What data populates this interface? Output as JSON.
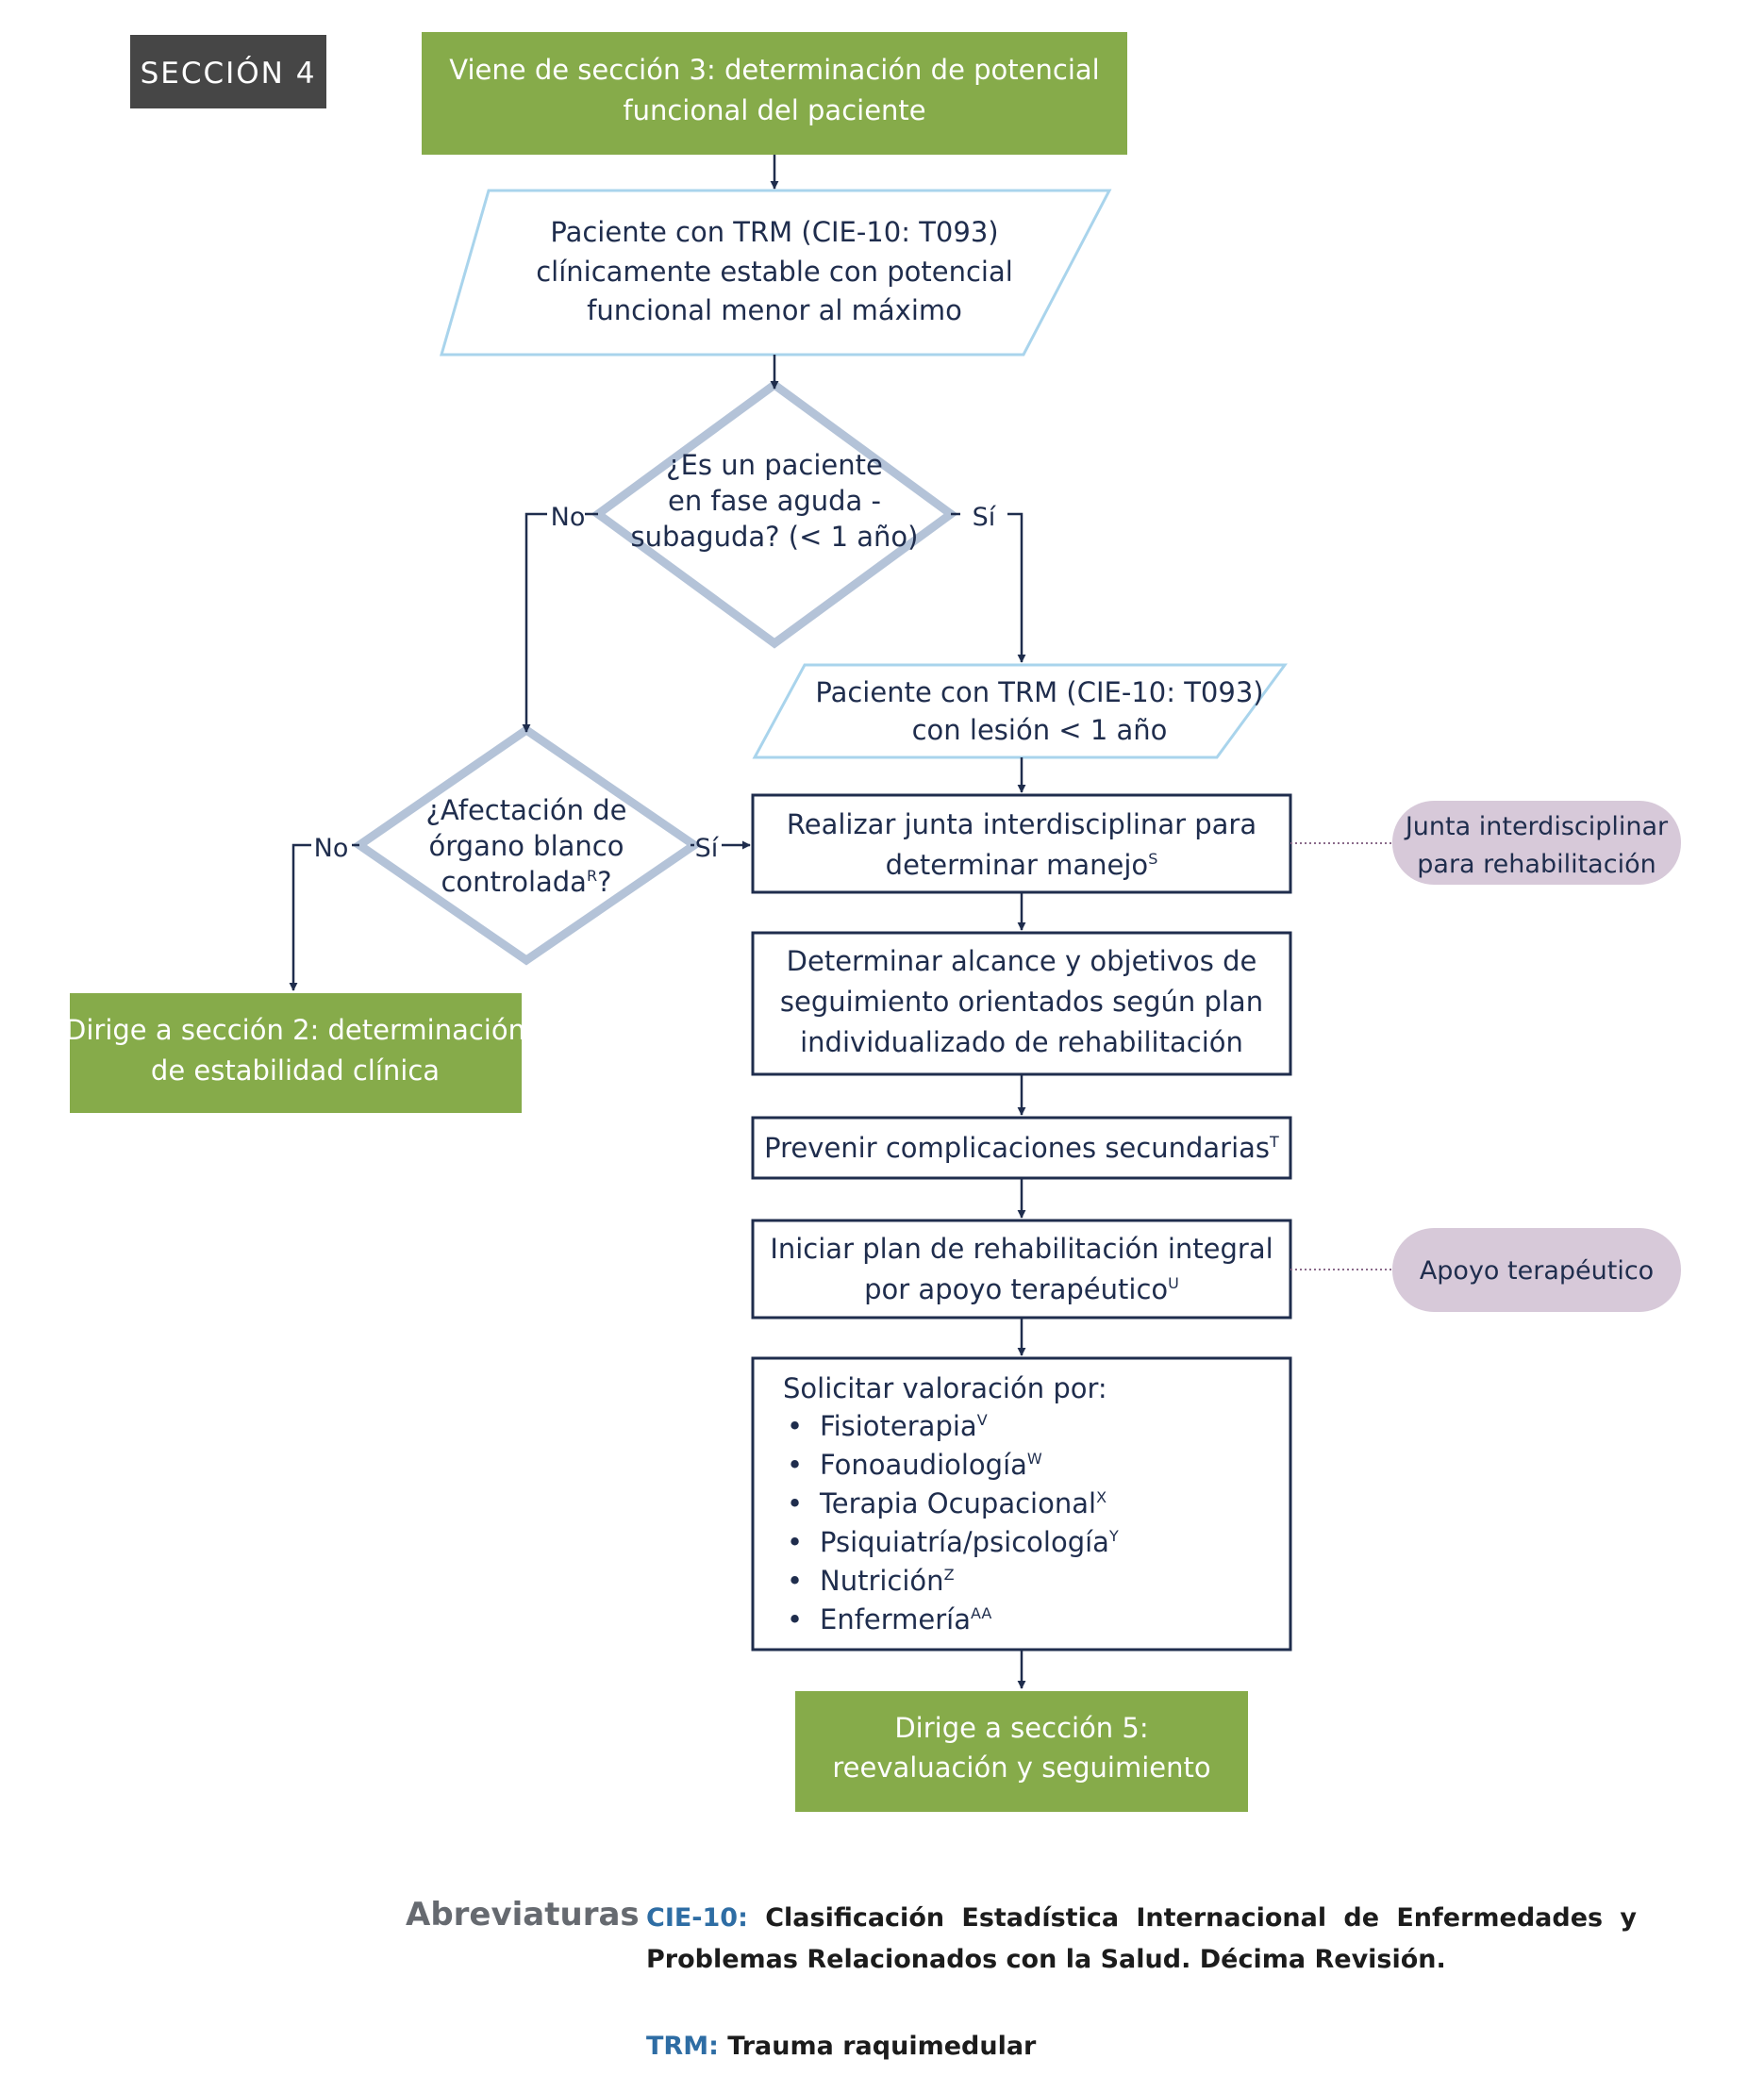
{
  "section_label": "SECCIÓN 4",
  "nodes": {
    "from_section3": [
      "Viene de sección 3: determinación de potencial",
      "funcional del paciente"
    ],
    "patient_stable": [
      "Paciente con TRM (CIE-10: T093)",
      "clínicamente estable con potencial",
      "funcional menor al máximo"
    ],
    "decision_acute": [
      "¿Es un paciente",
      "en fase aguda -",
      "subaguda? (< 1 año)"
    ],
    "decision_organ": {
      "line1": "¿Afectación de",
      "line2": "órgano blanco",
      "line3": "controlada",
      "line3_sup": "R",
      "line3_end": "?"
    },
    "patient_lesion": [
      "Paciente con TRM (CIE-10: T093)",
      "con lesión < 1 año"
    ],
    "junta": {
      "line1": "Realizar junta interdisciplinar para",
      "line2": "determinar manejo",
      "line2_sup": "S"
    },
    "alcance": [
      "Determinar alcance y objetivos de",
      "seguimiento orientados según plan",
      "individualizado de rehabilitación"
    ],
    "prevenir": {
      "text": "Prevenir complicaciones secundarias",
      "sup": "T"
    },
    "iniciar": {
      "line1": "Iniciar plan de rehabilitación integral",
      "line2": "por apoyo terapéutico",
      "line2_sup": "U"
    },
    "solicitar": {
      "title": "Solicitar valoración por:",
      "bullet": "•",
      "items": [
        {
          "text": "Fisioterapia",
          "sup": "V"
        },
        {
          "text": "Fonoaudiología",
          "sup": "W"
        },
        {
          "text": "Terapia Ocupacional",
          "sup": "X"
        },
        {
          "text": "Psiquiatría/psicología",
          "sup": "Y"
        },
        {
          "text": "Nutrición",
          "sup": "Z"
        },
        {
          "text": "Enfermería",
          "sup": "AA"
        }
      ]
    },
    "to_section2": [
      "Dirige a sección 2: determinación",
      "de estabilidad clínica"
    ],
    "to_section5": [
      "Dirige a sección 5:",
      "reevaluación y seguimiento"
    ]
  },
  "side_notes": {
    "junta_note": [
      "Junta interdisciplinar",
      "para rehabilitación"
    ],
    "apoyo_note": "Apoyo terapéutico"
  },
  "edge_labels": {
    "no": "No",
    "si": "Sí"
  },
  "footer": {
    "label": "Abreviaturas",
    "entries": [
      {
        "abbr": "CIE-10:",
        "text": "Clasificación Estadística Internacional de Enfermedades y Problemas Relacionados con la Salud. Décima Revisión."
      },
      {
        "abbr": "TRM:",
        "text": "Trauma raquimedular"
      }
    ]
  },
  "colors": {
    "green": "#86ab4a",
    "navy": "#1f2d4d",
    "diamond": "#b4c3d8",
    "light_blue": "#a9d4ec",
    "note": "#d7c9d9",
    "section_tag": "#464646",
    "abbr_blue": "#2e6da4"
  }
}
